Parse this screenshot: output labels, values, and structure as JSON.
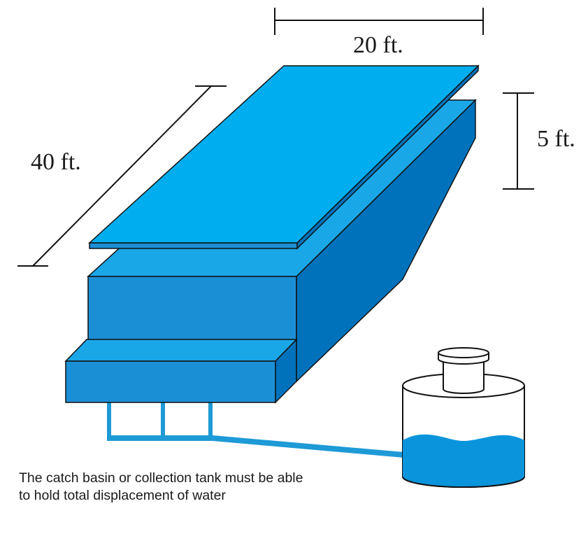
{
  "dimensions": {
    "width": "20 ft.",
    "height": "5 ft.",
    "length": "40 ft."
  },
  "caption": {
    "line1": "The catch basin or collection tank must be able",
    "line2": "to hold total displacement of water"
  },
  "colors": {
    "lid": "#00aeef",
    "tank_top": "#1aa7e8",
    "tank_front": "#1b8fd6",
    "tank_side": "#0072bc",
    "pipe": "#1e9ad6",
    "water": "#0a94dc",
    "outline": "#111111"
  }
}
